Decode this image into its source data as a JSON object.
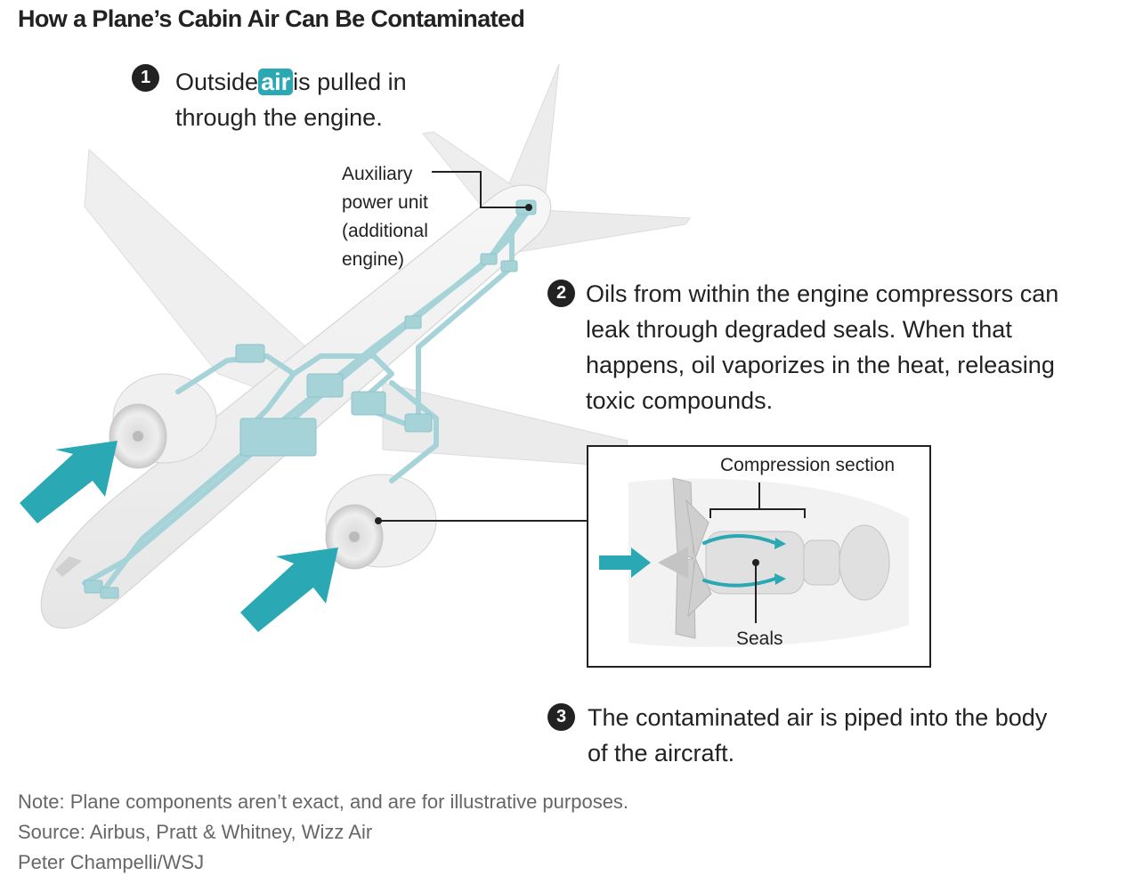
{
  "title": "How a Plane’s Cabin Air Can Be Contaminated",
  "colors": {
    "accent": "#2aa8b4",
    "pipe": "#a5d3d8",
    "pipe_stroke": "#8cc4ca",
    "plane": "#efefef",
    "plane_shadow": "#dedede",
    "text": "#222222",
    "note": "#666666"
  },
  "steps": [
    {
      "number": "1",
      "text_before": "Outside",
      "highlight": "air",
      "text_after": "is pulled in",
      "line2": "through the engine."
    },
    {
      "number": "2",
      "lines": [
        "Oils from within the engine compressors can",
        "leak through degraded seals. When that",
        "happens, oil vaporizes in the heat, releasing",
        "toxic compounds."
      ]
    },
    {
      "number": "3",
      "lines": [
        "The contaminated air is piped into the body",
        "of the aircraft."
      ]
    }
  ],
  "labels": {
    "apu": [
      "Auxiliary",
      "power unit",
      "(additional",
      "engine)"
    ],
    "compression_section": "Compression section",
    "seals": "Seals"
  },
  "footer": {
    "note": "Note: Plane components aren’t exact, and are for illustrative purposes.",
    "source": "Source: Airbus, Pratt & Whitney, Wizz Air",
    "credit": "Peter Champelli/WSJ"
  }
}
